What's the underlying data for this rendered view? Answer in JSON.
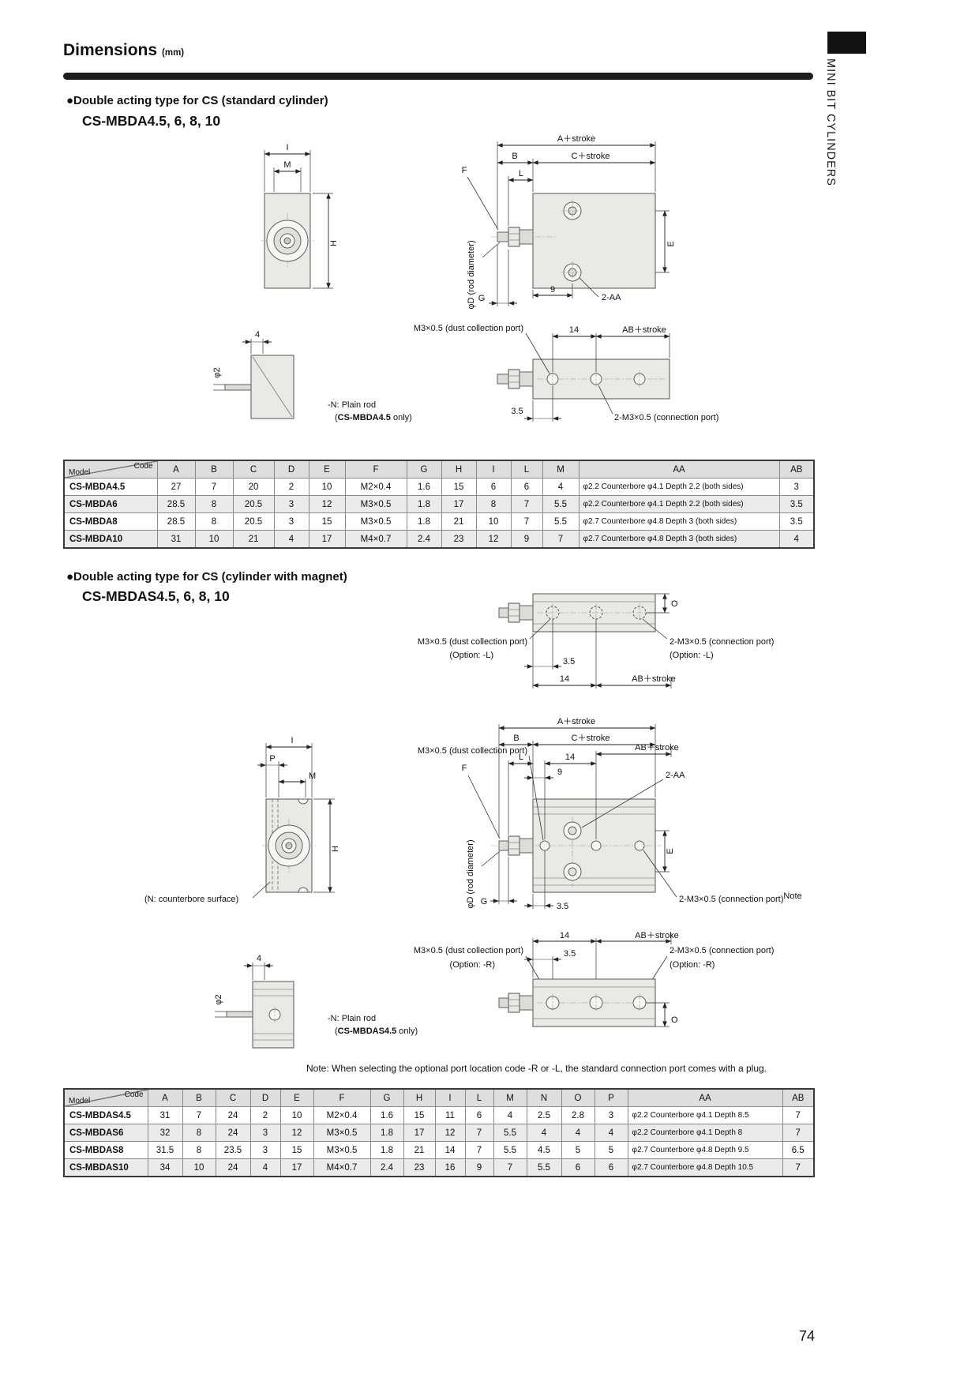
{
  "page": {
    "title": "Dimensions",
    "unit": "(mm)",
    "side_tab": "MINI BIT CYLINDERS",
    "note": "Note: When selecting the optional port location code -R or -L, the standard connection port comes with a plug.",
    "page_number": "74"
  },
  "labels": {
    "a_stroke": "A＋stroke",
    "b": "B",
    "c_stroke": "C＋stroke",
    "d4": "4",
    "e": "E",
    "f": "F",
    "g": "G",
    "h": "H",
    "i": "I",
    "l": "L",
    "m": "M",
    "p": "P",
    "o": "O",
    "n9": "9",
    "n14": "14",
    "n35": "3.5",
    "phi2": "φ2",
    "ab_stroke": "AB＋stroke",
    "two_aa": "2-AA",
    "rod_dia": "φD (rod diameter)",
    "dust_port": "M3×0.5 (dust collection port)",
    "conn_port": "2-M3×0.5 (connection port)",
    "note_sup": "Note",
    "opt_l": "(Option: -L)",
    "opt_r": "(Option: -R)",
    "plain_rod": "-N: Plain rod",
    "paren_open": "(",
    "only_suffix": " only)",
    "counterbore_note": "(N: counterbore surface)"
  },
  "s1": {
    "heading": "●Double acting type for CS (standard cylinder)",
    "models": "CS-MBDA4.5, 6, 8, 10",
    "rod_model": "CS-MBDA4.5"
  },
  "s2": {
    "heading": "●Double acting type for CS (cylinder with magnet)",
    "models": "CS-MBDAS4.5, 6, 8, 10",
    "rod_model": "CS-MBDAS4.5"
  },
  "table1": {
    "corner_top": "Code",
    "corner_bottom": "Model",
    "headers": [
      "A",
      "B",
      "C",
      "D",
      "E",
      "F",
      "G",
      "H",
      "I",
      "L",
      "M",
      "AA",
      "AB"
    ],
    "rows": [
      {
        "model": "CS-MBDA4.5",
        "cells": [
          "27",
          "7",
          "20",
          "2",
          "10",
          "M2×0.4",
          "1.6",
          "15",
          "6",
          "6",
          "4",
          "φ2.2 Counterbore φ4.1 Depth 2.2 (both sides)",
          "3"
        ]
      },
      {
        "model": "CS-MBDA6",
        "cells": [
          "28.5",
          "8",
          "20.5",
          "3",
          "12",
          "M3×0.5",
          "1.8",
          "17",
          "8",
          "7",
          "5.5",
          "φ2.2 Counterbore φ4.1 Depth 2.2 (both sides)",
          "3.5"
        ]
      },
      {
        "model": "CS-MBDA8",
        "cells": [
          "28.5",
          "8",
          "20.5",
          "3",
          "15",
          "M3×0.5",
          "1.8",
          "21",
          "10",
          "7",
          "5.5",
          "φ2.7 Counterbore φ4.8 Depth 3 (both sides)",
          "3.5"
        ]
      },
      {
        "model": "CS-MBDA10",
        "cells": [
          "31",
          "10",
          "21",
          "4",
          "17",
          "M4×0.7",
          "2.4",
          "23",
          "12",
          "9",
          "7",
          "φ2.7 Counterbore φ4.8 Depth 3 (both sides)",
          "4"
        ]
      }
    ]
  },
  "table2": {
    "corner_top": "Code",
    "corner_bottom": "Model",
    "headers": [
      "A",
      "B",
      "C",
      "D",
      "E",
      "F",
      "G",
      "H",
      "I",
      "L",
      "M",
      "N",
      "O",
      "P",
      "AA",
      "AB"
    ],
    "rows": [
      {
        "model": "CS-MBDAS4.5",
        "cells": [
          "31",
          "7",
          "24",
          "2",
          "10",
          "M2×0.4",
          "1.6",
          "15",
          "11",
          "6",
          "4",
          "2.5",
          "2.8",
          "3",
          "φ2.2 Counterbore φ4.1 Depth 8.5",
          "7"
        ]
      },
      {
        "model": "CS-MBDAS6",
        "cells": [
          "32",
          "8",
          "24",
          "3",
          "12",
          "M3×0.5",
          "1.8",
          "17",
          "12",
          "7",
          "5.5",
          "4",
          "4",
          "4",
          "φ2.2 Counterbore φ4.1 Depth 8",
          "7"
        ]
      },
      {
        "model": "CS-MBDAS8",
        "cells": [
          "31.5",
          "8",
          "23.5",
          "3",
          "15",
          "M3×0.5",
          "1.8",
          "21",
          "14",
          "7",
          "5.5",
          "4.5",
          "5",
          "5",
          "φ2.7 Counterbore φ4.8 Depth 9.5",
          "6.5"
        ]
      },
      {
        "model": "CS-MBDAS10",
        "cells": [
          "34",
          "10",
          "24",
          "4",
          "17",
          "M4×0.7",
          "2.4",
          "23",
          "16",
          "9",
          "7",
          "5.5",
          "6",
          "6",
          "φ2.7 Counterbore φ4.8 Depth 10.5",
          "7"
        ]
      }
    ]
  }
}
